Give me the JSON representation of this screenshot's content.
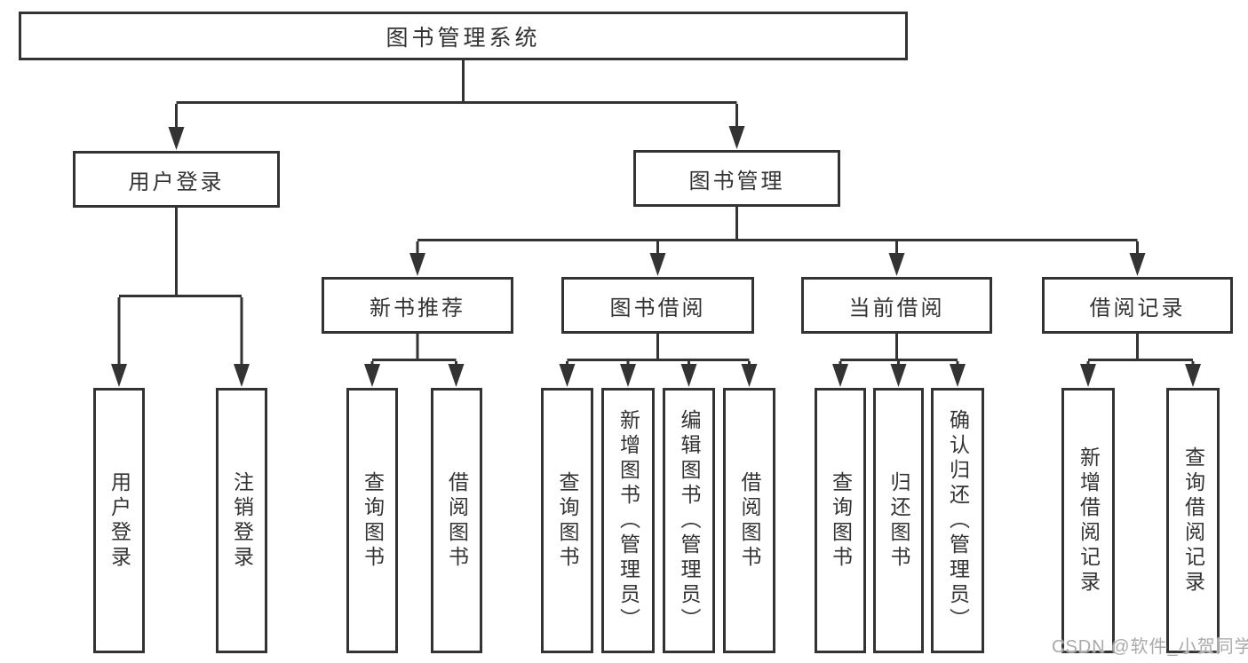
{
  "diagram": {
    "root": {
      "label": "图书管理系统"
    },
    "level2": [
      {
        "label": "用户登录",
        "parent": "图书管理系统"
      },
      {
        "label": "图书管理",
        "parent": "图书管理系统"
      }
    ],
    "level3": [
      {
        "label": "新书推荐",
        "parent": "图书管理"
      },
      {
        "label": "图书借阅",
        "parent": "图书管理"
      },
      {
        "label": "当前借阅",
        "parent": "图书管理"
      },
      {
        "label": "借阅记录",
        "parent": "图书管理"
      }
    ],
    "leaves": [
      {
        "label": "用户登录",
        "parent": "用户登录"
      },
      {
        "label": "注销登录",
        "parent": "用户登录"
      },
      {
        "label": "查询图书",
        "parent": "新书推荐"
      },
      {
        "label": "借阅图书",
        "parent": "新书推荐"
      },
      {
        "label": "查询图书",
        "parent": "图书借阅"
      },
      {
        "label": "新增图书（管理员）",
        "parent": "图书借阅"
      },
      {
        "label": "编辑图书（管理员）",
        "parent": "图书借阅"
      },
      {
        "label": "借阅图书",
        "parent": "图书借阅"
      },
      {
        "label": "查询图书",
        "parent": "当前借阅"
      },
      {
        "label": "归还图书",
        "parent": "当前借阅"
      },
      {
        "label": "确认归还（管理员）",
        "parent": "当前借阅"
      },
      {
        "label": "新增借阅记录",
        "parent": "借阅记录"
      },
      {
        "label": "查询借阅记录",
        "parent": "借阅记录"
      }
    ]
  },
  "watermark": {
    "text": "CSDN @软件_小贺同学"
  },
  "colors": {
    "line": "#333333",
    "text": "#333333",
    "background": "#ffffff",
    "watermark": "#aaaaaa"
  }
}
